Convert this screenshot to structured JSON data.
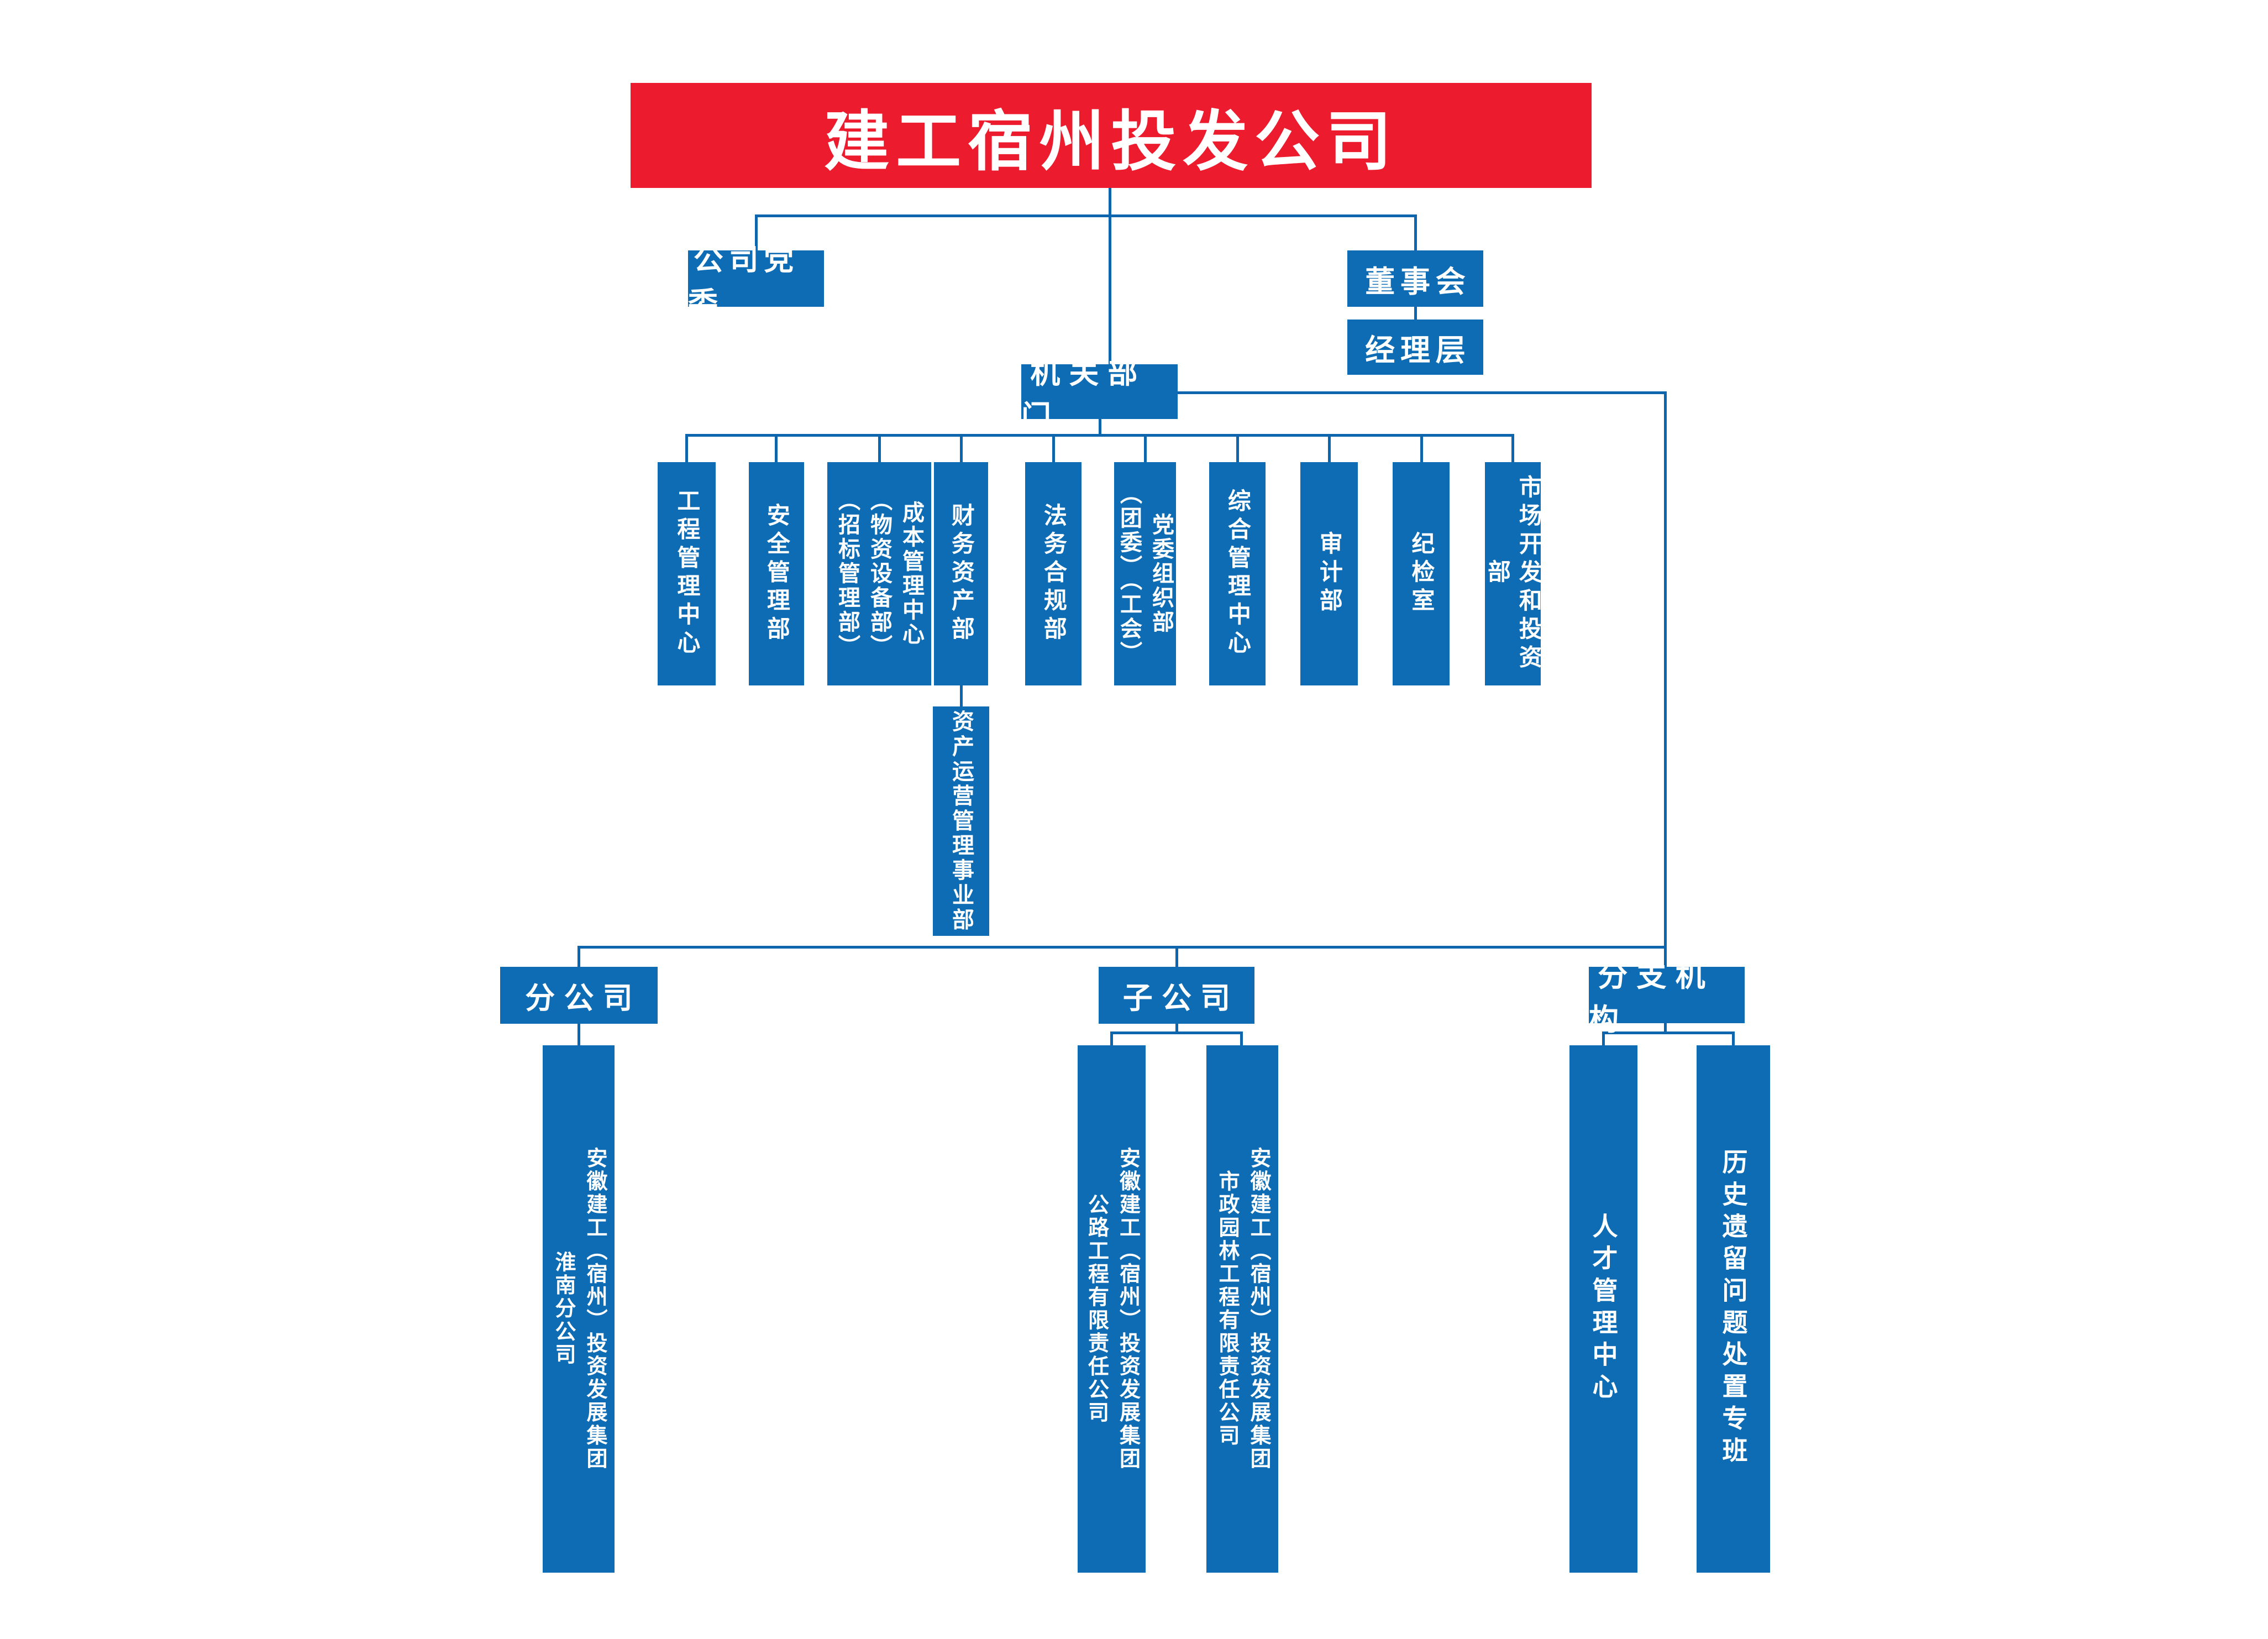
{
  "root": {
    "title": "建工宿州投发公司"
  },
  "governance": {
    "party_committee": "公司党委",
    "board": "董事会",
    "management": "经理层"
  },
  "hq": {
    "label": "机关部门"
  },
  "departments": [
    {
      "label": "工程管理中心"
    },
    {
      "label": "安全管理部"
    },
    {
      "label": "成本管理中心\n（物资设备部）\n（招标管理部）"
    },
    {
      "label": "财务资产部"
    },
    {
      "label": "法务合规部"
    },
    {
      "label": "党委组织部\n（团委）（工会）"
    },
    {
      "label": "综合管理中心"
    },
    {
      "label": "审计部"
    },
    {
      "label": "纪检室"
    },
    {
      "label": "市场开发和投资部"
    }
  ],
  "asset_division": {
    "label": "资产运营管理事业部"
  },
  "groups": {
    "branch": {
      "label": "分公司",
      "children": [
        {
          "label": "安徽建工（宿州）投资发展集团\n淮南分公司"
        }
      ]
    },
    "subsidiary": {
      "label": "子公司",
      "children": [
        {
          "label": "安徽建工（宿州）投资发展集团\n公路工程有限责任公司"
        },
        {
          "label": "安徽建工（宿州）投资发展集团\n市政园林工程有限责任公司"
        }
      ]
    },
    "institution": {
      "label": "分支机构",
      "children": [
        {
          "label": "人才管理中心"
        },
        {
          "label": "历史遗留问题处置专班"
        }
      ]
    }
  },
  "colors": {
    "primary_blue": "#0E6CB5",
    "banner_red": "#EC1B2E",
    "line_blue": "#0D65AD",
    "text_white": "#FFFFFF"
  }
}
